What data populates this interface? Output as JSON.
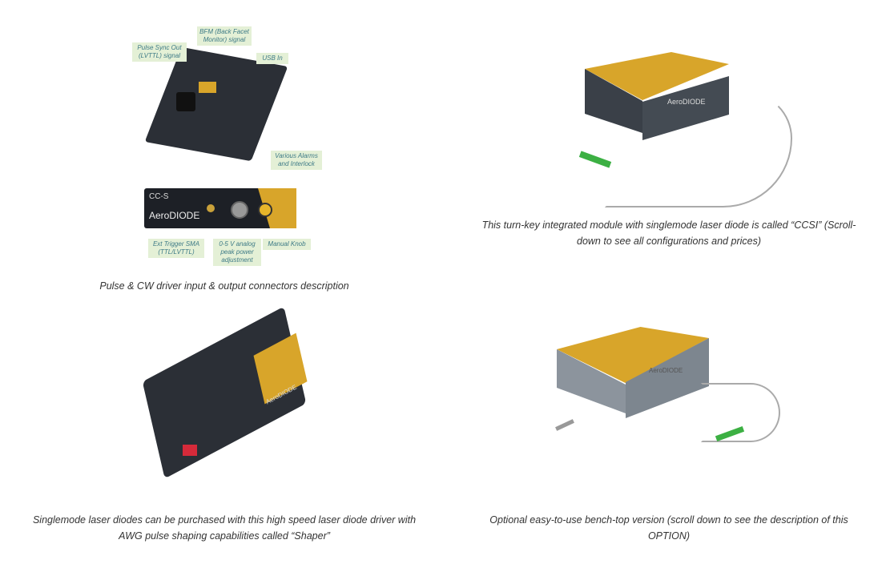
{
  "figures": [
    {
      "caption": "Pulse & CW driver input & output connectors description",
      "labels": {
        "pulse_sync": "Pulse Sync Out (LVTTL) signal",
        "bfm": "BFM (Back Facet Monitor) signal",
        "usb": "USB In",
        "alarms": "Various Alarms and Interlock",
        "ext_trigger": "Ext Trigger SMA (TTL/LVTTL)",
        "analog": "0-5 V analog peak power adjustment",
        "knob": "Manual Knob"
      },
      "device_text": {
        "model": "CC-S",
        "brand": "AeroDIODE"
      }
    },
    {
      "caption_line1": "This turn-key integrated module with singlemode laser diode is called “CCSI” (Scroll-",
      "caption_line2": "down to see all configurations and prices)",
      "device_text": {
        "brand": "AeroDIODE"
      }
    },
    {
      "caption_line1": "Singlemode laser diodes can be purchased with this high speed laser diode driver with",
      "caption_line2": "AWG pulse shaping capabilities called “Shaper”",
      "device_text": {
        "brand": "AeroDIODE"
      }
    },
    {
      "caption_line1": "Optional easy-to-use bench-top version (scroll down to see the description of this",
      "caption_line2": "OPTION)",
      "device_text": {
        "brand": "AeroDIODE"
      }
    }
  ],
  "colors": {
    "gold": "#d8a52a",
    "dark": "#2b2f36",
    "label_bg": "#e4f0d6"
  }
}
